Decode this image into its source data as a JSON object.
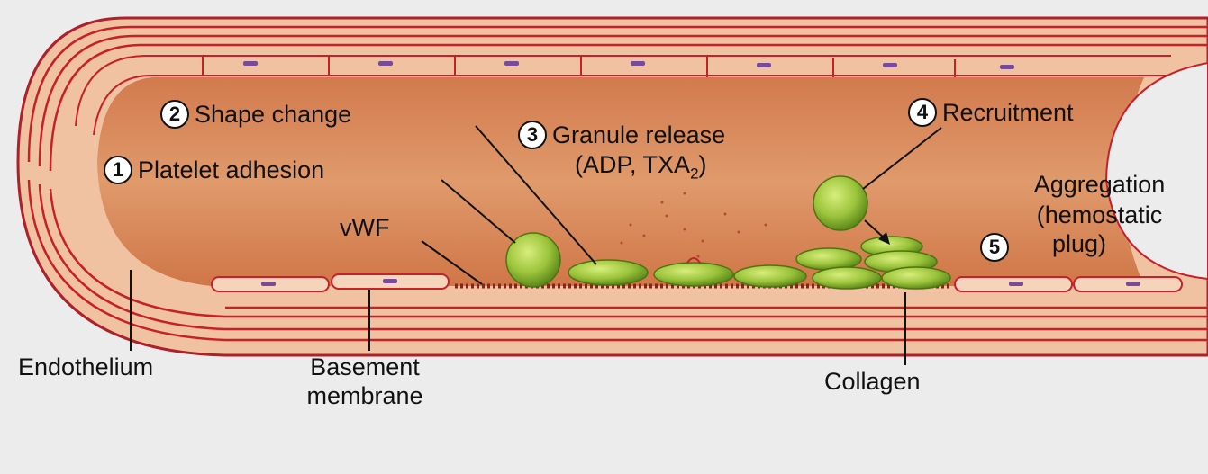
{
  "steps": [
    {
      "num": "1",
      "text": "Platelet adhesion"
    },
    {
      "num": "2",
      "text": "Shape change"
    },
    {
      "num": "3",
      "text": "Granule release",
      "text2": "(ADP, TXA",
      "sub": "2",
      "text2_end": ")"
    },
    {
      "num": "4",
      "text": "Recruitment"
    },
    {
      "num": "5",
      "line1": "Aggregation",
      "line2": "(hemostatic",
      "line3": "plug)"
    }
  ],
  "labels": {
    "vwf": "vWF",
    "endothelium": "Endothelium",
    "basement1": "Basement",
    "basement2": "membrane",
    "collagen": "Collagen"
  },
  "colors": {
    "background": "#ececec",
    "lumen": "#d9875a",
    "vessel_wall": "#f2c4a4",
    "fiber": "#c8202a",
    "platelet": "#9cc43c",
    "platelet_dark": "#5e8a1a"
  }
}
